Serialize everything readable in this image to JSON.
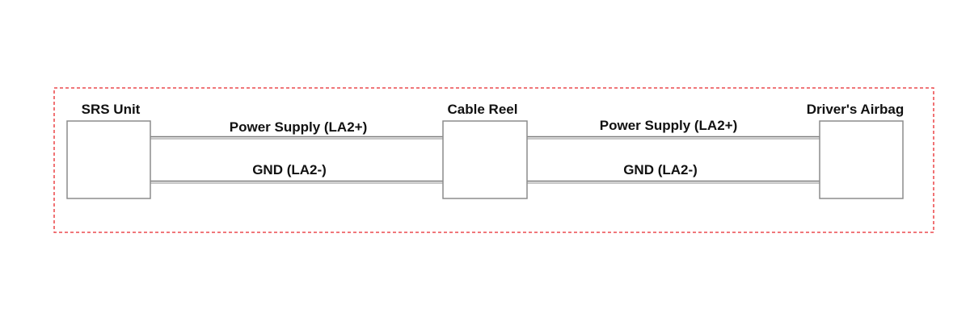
{
  "components": {
    "srs_unit": "SRS Unit",
    "cable_reel": "Cable Reel",
    "drivers_airbag": "Driver's Airbag"
  },
  "wires": {
    "left_power": "Power Supply (LA2+)",
    "left_gnd": "GND (LA2-)",
    "right_power": "Power Supply (LA2+)",
    "right_gnd": "GND (LA2-)"
  },
  "colors": {
    "boundary": "#e8262a",
    "box_stroke": "#8c8c8c",
    "wire_top": "#9a9a9a",
    "wire_bottom": "#6a6a6a",
    "text": "#111111"
  }
}
